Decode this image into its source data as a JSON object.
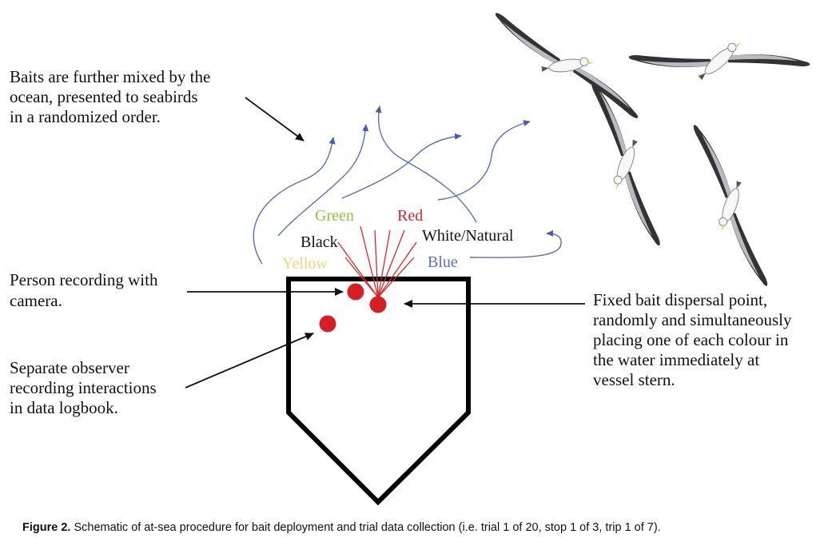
{
  "annotations": {
    "mix": [
      "Baits are further mixed by the",
      "ocean, presented to seabirds",
      "in a randomized order."
    ],
    "camera": [
      "Person recording with",
      "camera."
    ],
    "observer": [
      "Separate observer",
      "recording interactions",
      "in data logbook."
    ],
    "dispersal": [
      "Fixed bait dispersal point,",
      "randomly and simultaneously",
      "placing one of each colour in",
      "the water immediately at",
      "vessel stern."
    ]
  },
  "baits": {
    "green": "Green",
    "red": "Red",
    "black": "Black",
    "white_natural": "White/Natural",
    "yellow": "Yellow",
    "blue": "Blue"
  },
  "colors": {
    "green": "#8dc63f",
    "red": "#d7262e",
    "black": "#111111",
    "yellow": "#f2e28a",
    "blue": "#5b6fb5",
    "person": "#d41f26"
  },
  "icons": [
    "albatross-icon",
    "vessel-outline",
    "person-marker-icon"
  ],
  "caption": {
    "label": "Figure 2.",
    "text": "Schematic of at-sea procedure for bait deployment and trial data collection (i.e. trial 1 of 20, stop 1 of 3, trip 1 of 7)."
  }
}
